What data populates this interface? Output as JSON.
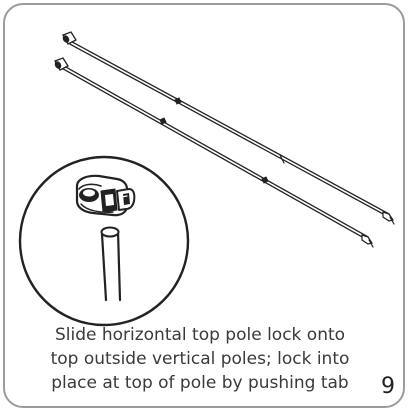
{
  "caption": {
    "lines": [
      "Slide horizontal top pole lock onto",
      "top outside vertical poles; lock into",
      "place at top of pole by pushing tab"
    ]
  },
  "step_number": "9",
  "colors": {
    "stroke": "#222222",
    "frame": "#9b9b9b",
    "text": "#3a3a3a"
  }
}
